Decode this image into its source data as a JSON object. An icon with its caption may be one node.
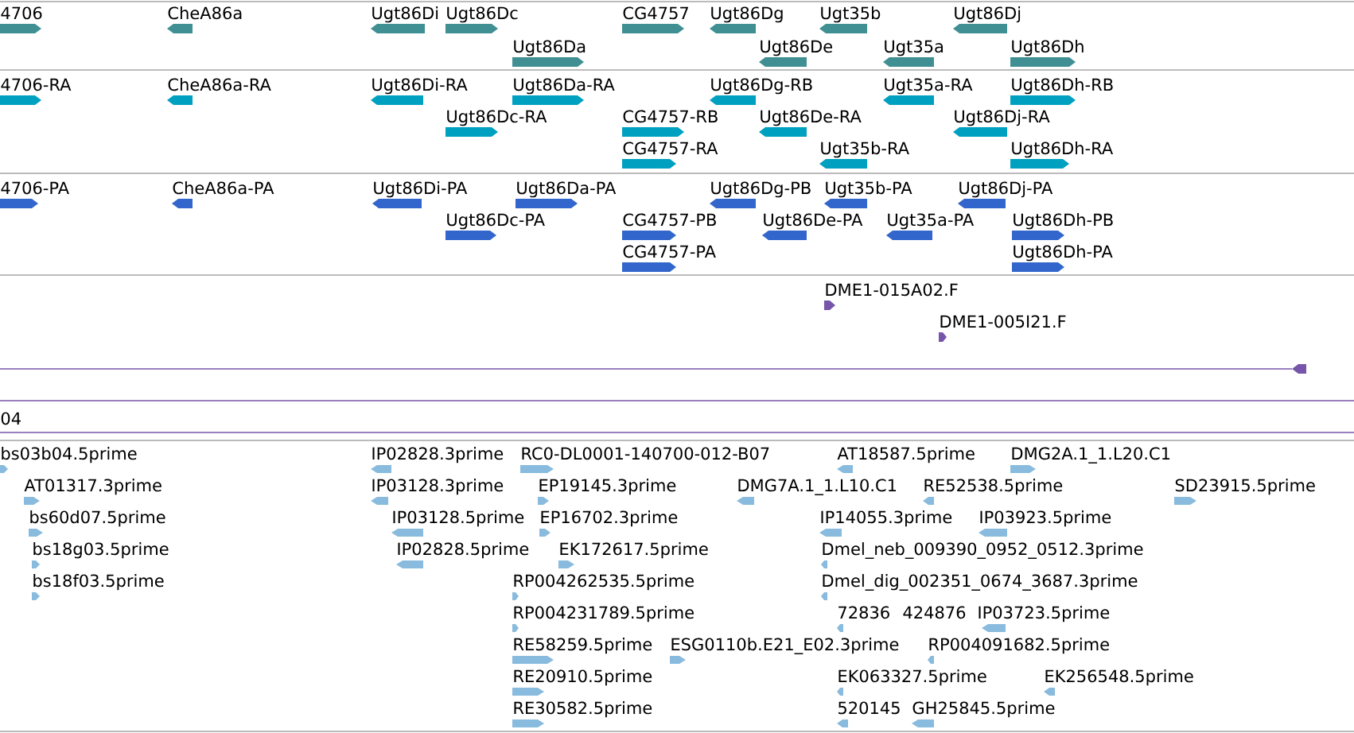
{
  "diagram": {
    "labels": [
      "4706",
      "CheA86a",
      "Ugt86Di",
      "Ugt86Dc",
      "CG4757",
      "Ugt86Dg",
      "Ugt35b",
      "Ugt86Dj",
      "Ugt86Da",
      "Ugt86De",
      "Ugt35a",
      "Ugt86Dh",
      "4706-RA",
      "CheA86a-RA",
      "Ugt86Di-RA",
      "Ugt86Da-RA",
      "Ugt86Dg-RB",
      "Ugt35a-RA",
      "Ugt86Dh-RB",
      "Ugt86Dc-RA",
      "CG4757-RB",
      "Ugt86De-RA",
      "Ugt86Dj-RA",
      "CG4757-RA",
      "Ugt35b-RA",
      "Ugt86Dh-RA",
      "4706-PA",
      "CheA86a-PA",
      "Ugt86Di-PA",
      "Ugt86Da-PA",
      "Ugt86Dg-PB",
      "Ugt35b-PA",
      "Ugt86Dj-PA",
      "Ugt86Dc-PA",
      "CG4757-PB",
      "Ugt86De-PA",
      "Ugt35a-PA",
      "Ugt86Dh-PB",
      "CG4757-PA",
      "Ugt86Dh-PA",
      "DME1-015A02.F",
      "DME1-005I21.F",
      "04",
      "bs03b04.5prime",
      "IP02828.3prime",
      "RC0-DL0001-140700-012-B07",
      "AT18587.5prime",
      "DMG2A.1_1.L20.C1",
      "AT01317.3prime",
      "IP03128.3prime",
      "EP19145.3prime",
      "DMG7A.1_1.L10.C1",
      "RE52538.5prime",
      "SD23915.5prime",
      "bs60d07.5prime",
      "IP03128.5prime",
      "EP16702.3prime",
      "IP14055.3prime",
      "IP03923.5prime",
      "bs18g03.5prime",
      "IP02828.5prime",
      "EK172617.5prime",
      "Dmel_neb_009390_0952_0512.3prime",
      "bs18f03.5prime",
      "RP004262535.5prime",
      "Dmel_dig_002351_0674_3687.3prime",
      "RP004231789.5prime",
      "72836",
      "424876",
      "IP03723.5prime",
      "RE58259.5prime",
      "ESG0110b.E21_E02.3prime",
      "RP004091682.5prime",
      "RE20910.5prime",
      "EK063327.5prime",
      "EK256548.5prime",
      "RE30582.5prime",
      "520145",
      "GH25845.5prime"
    ]
  }
}
